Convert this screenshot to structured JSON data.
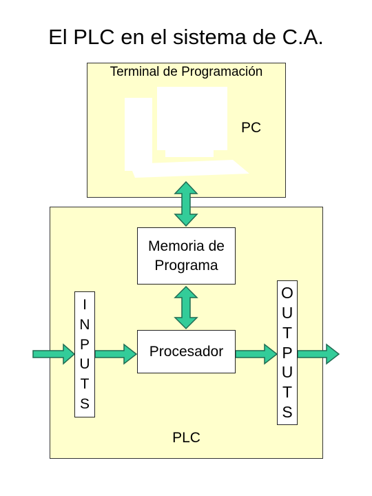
{
  "title": "El PLC en el sistema de C.A.",
  "terminal": {
    "label": "Terminal de Programación",
    "pc_label": "PC"
  },
  "plc": {
    "label": "PLC",
    "memory_label": "Memoria de Programa",
    "processor_label": "Procesador",
    "inputs_label": "INPUTS",
    "outputs_label": "OUTPUTS"
  },
  "colors": {
    "panel_fill": "#ffffcc",
    "arrow_fill": "#33cc99",
    "arrow_stroke": "#1f6b52"
  },
  "icons": [
    "computer-icon"
  ]
}
